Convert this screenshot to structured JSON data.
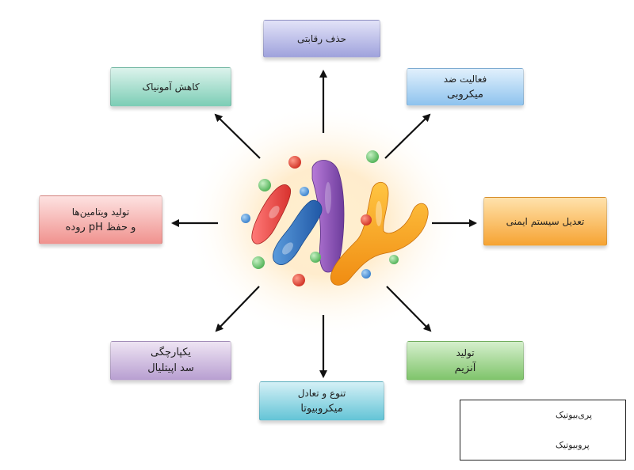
{
  "boxes": [
    {
      "id": "competitive-removal",
      "lines": [
        "حذف رقابتی"
      ],
      "color_top": "#e2e3f8",
      "color_bottom": "#9fa2dc"
    },
    {
      "id": "antimicrobial-activity",
      "lines": [
        "فعالیت ضد",
        "میکروبی"
      ],
      "color_top": "#e1f0fc",
      "color_bottom": "#8ec3ee"
    },
    {
      "id": "immune-modulation",
      "lines": [
        "تعدیل سیستم ایمنی"
      ],
      "color_top": "#ffe2ac",
      "color_bottom": "#f6a332"
    },
    {
      "id": "enzyme-production",
      "lines": [
        "تولید",
        "آنزیم"
      ],
      "color_top": "#d5efcc",
      "color_bottom": "#7fc46b"
    },
    {
      "id": "microbiota-diversity",
      "lines": [
        "تنوع و تعادل",
        "میکروبیوتا"
      ],
      "color_top": "#d4f0f6",
      "color_bottom": "#63c4d6"
    },
    {
      "id": "epithelial-barrier",
      "lines": [
        "یکپارچگی",
        "سد اپیتلیال"
      ],
      "color_top": "#eee4f3",
      "color_bottom": "#b89fd1"
    },
    {
      "id": "vitamin-ph",
      "lines": [
        "تولید ویتامین‌ها",
        "و حفظ pH روده"
      ],
      "color_top": "#fde2e1",
      "color_bottom": "#f0928e"
    },
    {
      "id": "ammonia-reduction",
      "lines": [
        "کاهش آمونیاک"
      ],
      "color_top": "#dcf3ec",
      "color_bottom": "#7ccdb5"
    }
  ],
  "legend": {
    "prebiotic_label": "پری‌بیوتیک",
    "probiotic_label": "پروبیوتیک"
  }
}
